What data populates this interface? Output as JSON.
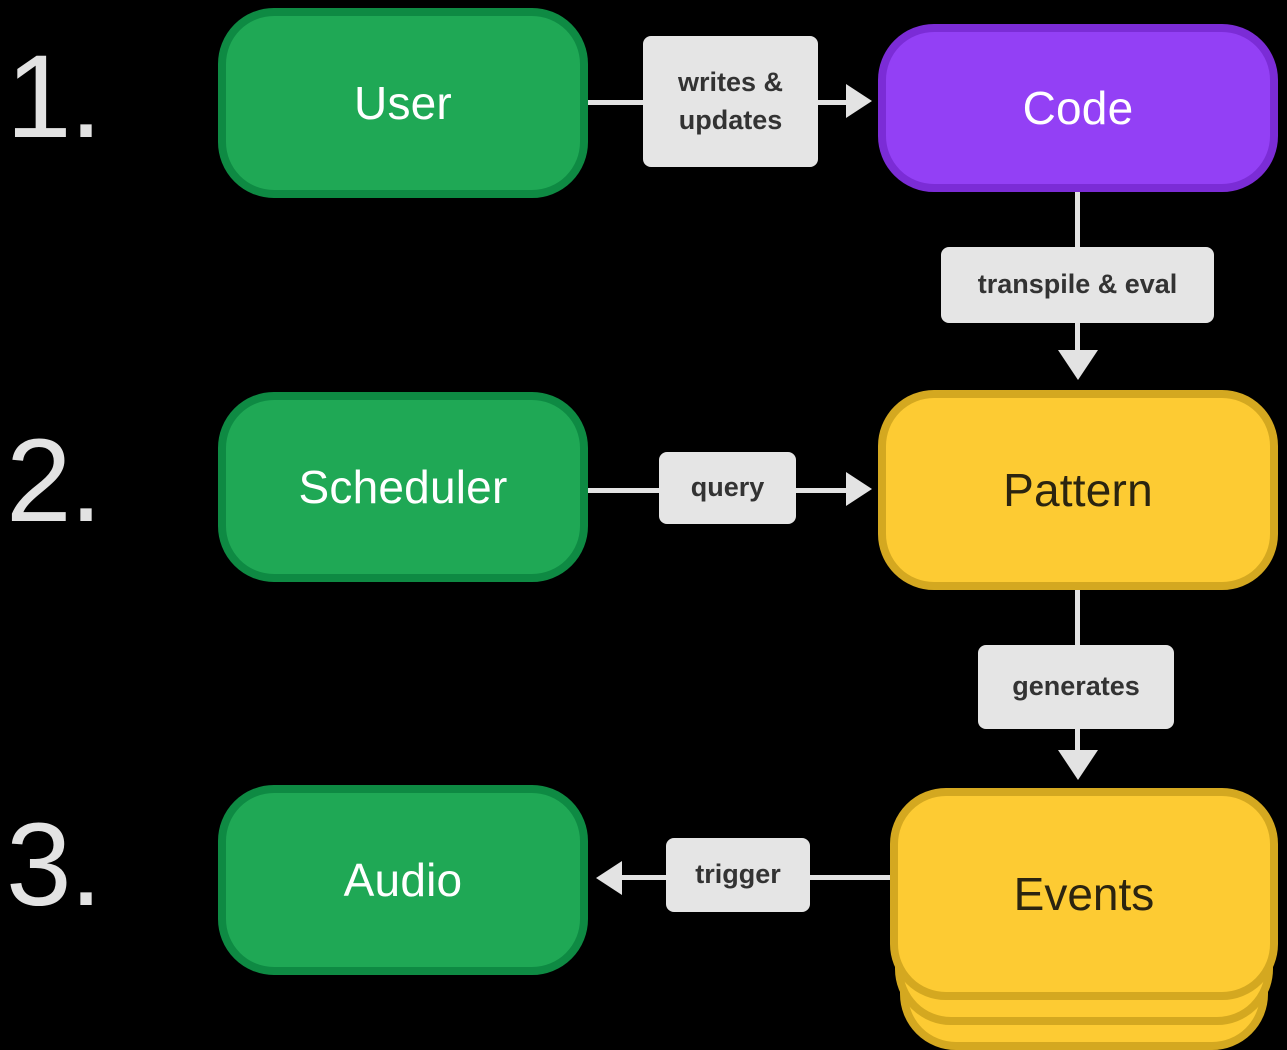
{
  "diagram": {
    "title": "Live coding audio pipeline flowchart",
    "background_color": "#000000",
    "steps": [
      {
        "label": "1."
      },
      {
        "label": "2."
      },
      {
        "label": "3."
      }
    ],
    "nodes": [
      {
        "id": "user",
        "label": "User",
        "color_role": "green",
        "fill": "#1FA855",
        "border": "#0E8A43",
        "text_color": "#FFFFFF"
      },
      {
        "id": "code",
        "label": "Code",
        "color_role": "purple",
        "fill": "#9340F5",
        "border": "#7B2CD6",
        "text_color": "#FFFFFF"
      },
      {
        "id": "scheduler",
        "label": "Scheduler",
        "color_role": "green",
        "fill": "#1FA855",
        "border": "#0E8A43",
        "text_color": "#FFFFFF"
      },
      {
        "id": "pattern",
        "label": "Pattern",
        "color_role": "yellow",
        "fill": "#FDCB33",
        "border": "#D4A820",
        "text_color": "#2B2410"
      },
      {
        "id": "audio",
        "label": "Audio",
        "color_role": "green",
        "fill": "#1FA855",
        "border": "#0E8A43",
        "text_color": "#FFFFFF"
      },
      {
        "id": "events",
        "label": "Events",
        "color_role": "yellow",
        "fill": "#FDCB33",
        "border": "#D4A820",
        "text_color": "#2B2410",
        "stacked": true,
        "stack_count": 3
      }
    ],
    "edges": [
      {
        "id": "user-code",
        "from": "user",
        "to": "code",
        "label": "writes &\nupdates",
        "direction": "right"
      },
      {
        "id": "code-pattern",
        "from": "code",
        "to": "pattern",
        "label": "transpile & eval",
        "direction": "down"
      },
      {
        "id": "scheduler-pattern",
        "from": "scheduler",
        "to": "pattern",
        "label": "query",
        "direction": "right"
      },
      {
        "id": "pattern-events",
        "from": "pattern",
        "to": "events",
        "label": "generates",
        "direction": "down"
      },
      {
        "id": "events-audio",
        "from": "events",
        "to": "audio",
        "label": "trigger",
        "direction": "left"
      }
    ],
    "edge_colors": {
      "line": "#E3E3E3",
      "label_bg": "#E5E5E5",
      "label_text": "#333333"
    }
  }
}
